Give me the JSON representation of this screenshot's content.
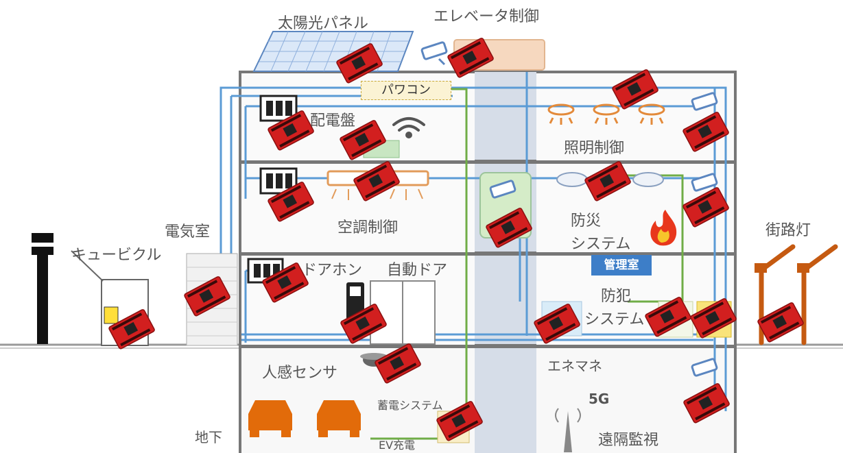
{
  "labels": {
    "solar_panel": "太陽光パネル",
    "elevator_control": "エレベータ制御",
    "power_conditioner": "パワコン",
    "distribution_board": "配電盤",
    "lighting_control": "照明制御",
    "air_conditioning_control": "空調制御",
    "disaster_prevention_line1": "防災",
    "disaster_prevention_line2": "システム",
    "electrical_room": "電気室",
    "cubicle": "キュービクル",
    "street_light": "街路灯",
    "door_phone": "ドアホン",
    "automatic_door": "自動ドア",
    "management_office": "管理室",
    "crime_prevention_line1": "防犯",
    "crime_prevention_line2": "システム",
    "motion_sensor": "人感センサ",
    "energy_management": "エネマネ",
    "storage_system": "蓄電システム",
    "fiveg": "5G",
    "basement": "地下",
    "ev_charging": "EV充電",
    "remote_monitoring": "遠隔監視"
  },
  "colors": {
    "board_red": "#d21f1f",
    "network_blue": "#5b9bd5",
    "power_green": "#70ad47",
    "street_light_orange": "#c55a11",
    "car_orange": "#e26b0a",
    "management_badge": "#3d7ec8"
  },
  "icons": [
    "solar-panel-icon",
    "camera-icon",
    "distribution-board-icon",
    "wifi-icon",
    "ceiling-light-icon",
    "air-conditioner-icon",
    "smoke-detector-icon",
    "fire-icon",
    "intercom-icon",
    "sliding-door-icon",
    "dome-camera-icon",
    "car-icon",
    "antenna-icon",
    "street-light-icon",
    "transmission-tower-icon",
    "microcontroller-board-icon"
  ]
}
